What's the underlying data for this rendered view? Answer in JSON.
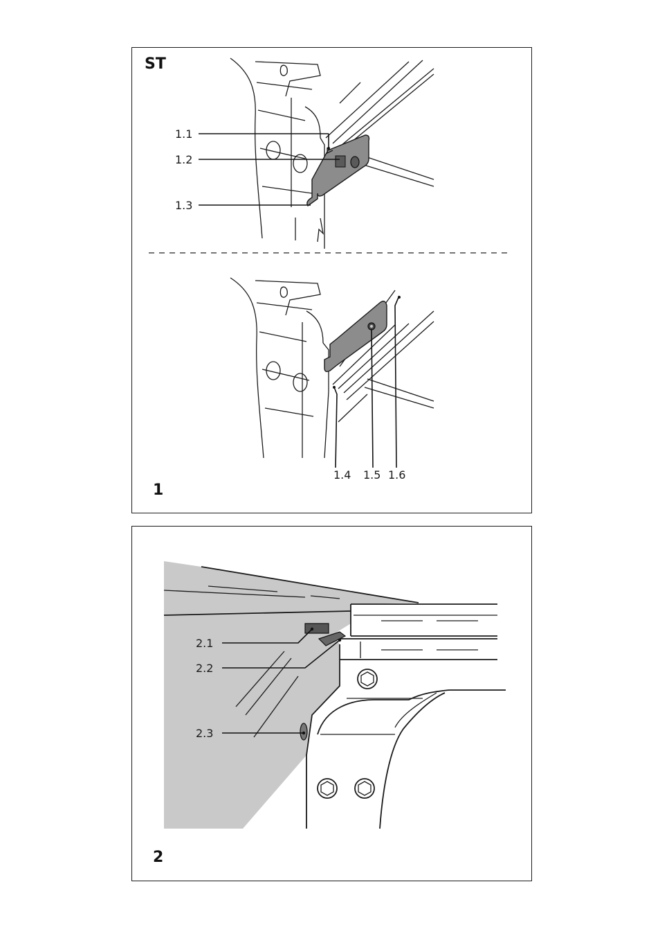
{
  "figure1": {
    "variant_label": "ST",
    "number": "1",
    "callouts": [
      "1.1",
      "1.2",
      "1.3",
      "1.4",
      "1.5",
      "1.6"
    ]
  },
  "figure2": {
    "number": "2",
    "callouts": [
      "2.1",
      "2.2",
      "2.3"
    ]
  }
}
